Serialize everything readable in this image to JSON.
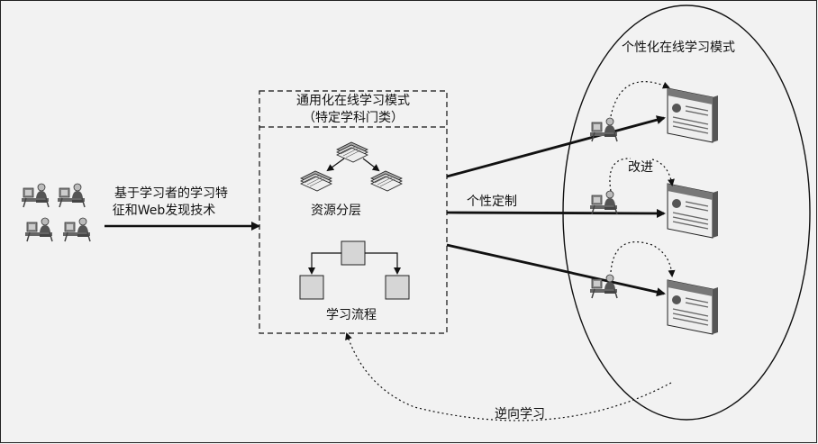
{
  "left_label": {
    "line1": "基于学习者的学习特",
    "line2": "征和Web发现技术"
  },
  "general_model": {
    "title_line1": "通用化在线学习模式",
    "title_line2": "（特定学科门类）"
  },
  "resource_layers_label": "资源分层",
  "learning_process_label": "学习流程",
  "customize_label": "个性定制",
  "personalized_model_title": "个性化在线学习模式",
  "improve_label": "改进",
  "reverse_learning_label": "逆向学习",
  "icons": [
    "learner-icon",
    "document-stack-icon",
    "web-page-icon",
    "flowchart-box-icon"
  ],
  "colors": {
    "background": "#f2f2f2",
    "line": "#111111",
    "box_fill": "#d6d6d6"
  }
}
